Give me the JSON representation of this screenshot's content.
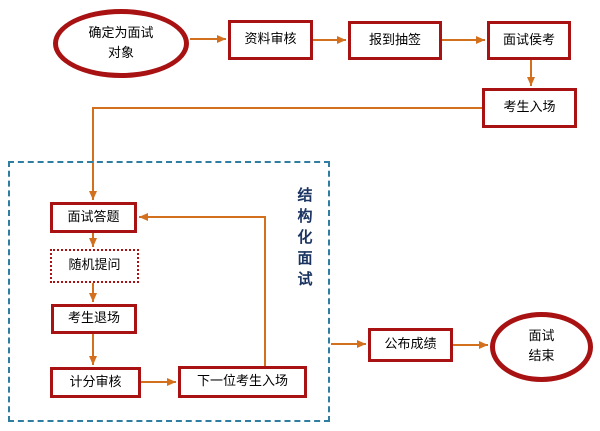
{
  "colors": {
    "node_border": "#A81212",
    "arrow": "#D2701E",
    "container_border": "#2F7DA0",
    "container_label_color": "#1B3461",
    "text": "#000000",
    "background": "#FFFFFF"
  },
  "diagram": {
    "container_label": "结构化面试",
    "nodes": {
      "start": {
        "label": "确定为面试\n对象"
      },
      "review": {
        "label": "资料审核"
      },
      "lottery": {
        "label": "报到抽签"
      },
      "waiting": {
        "label": "面试侯考"
      },
      "enter": {
        "label": "考生入场"
      },
      "answer": {
        "label": "面试答题"
      },
      "random": {
        "label": "随机提问"
      },
      "exit": {
        "label": "考生退场"
      },
      "scoring": {
        "label": "计分审核"
      },
      "next": {
        "label": "下一位考生入场"
      },
      "publish": {
        "label": "公布成绩"
      },
      "end": {
        "label": "面试\n结束"
      }
    }
  }
}
